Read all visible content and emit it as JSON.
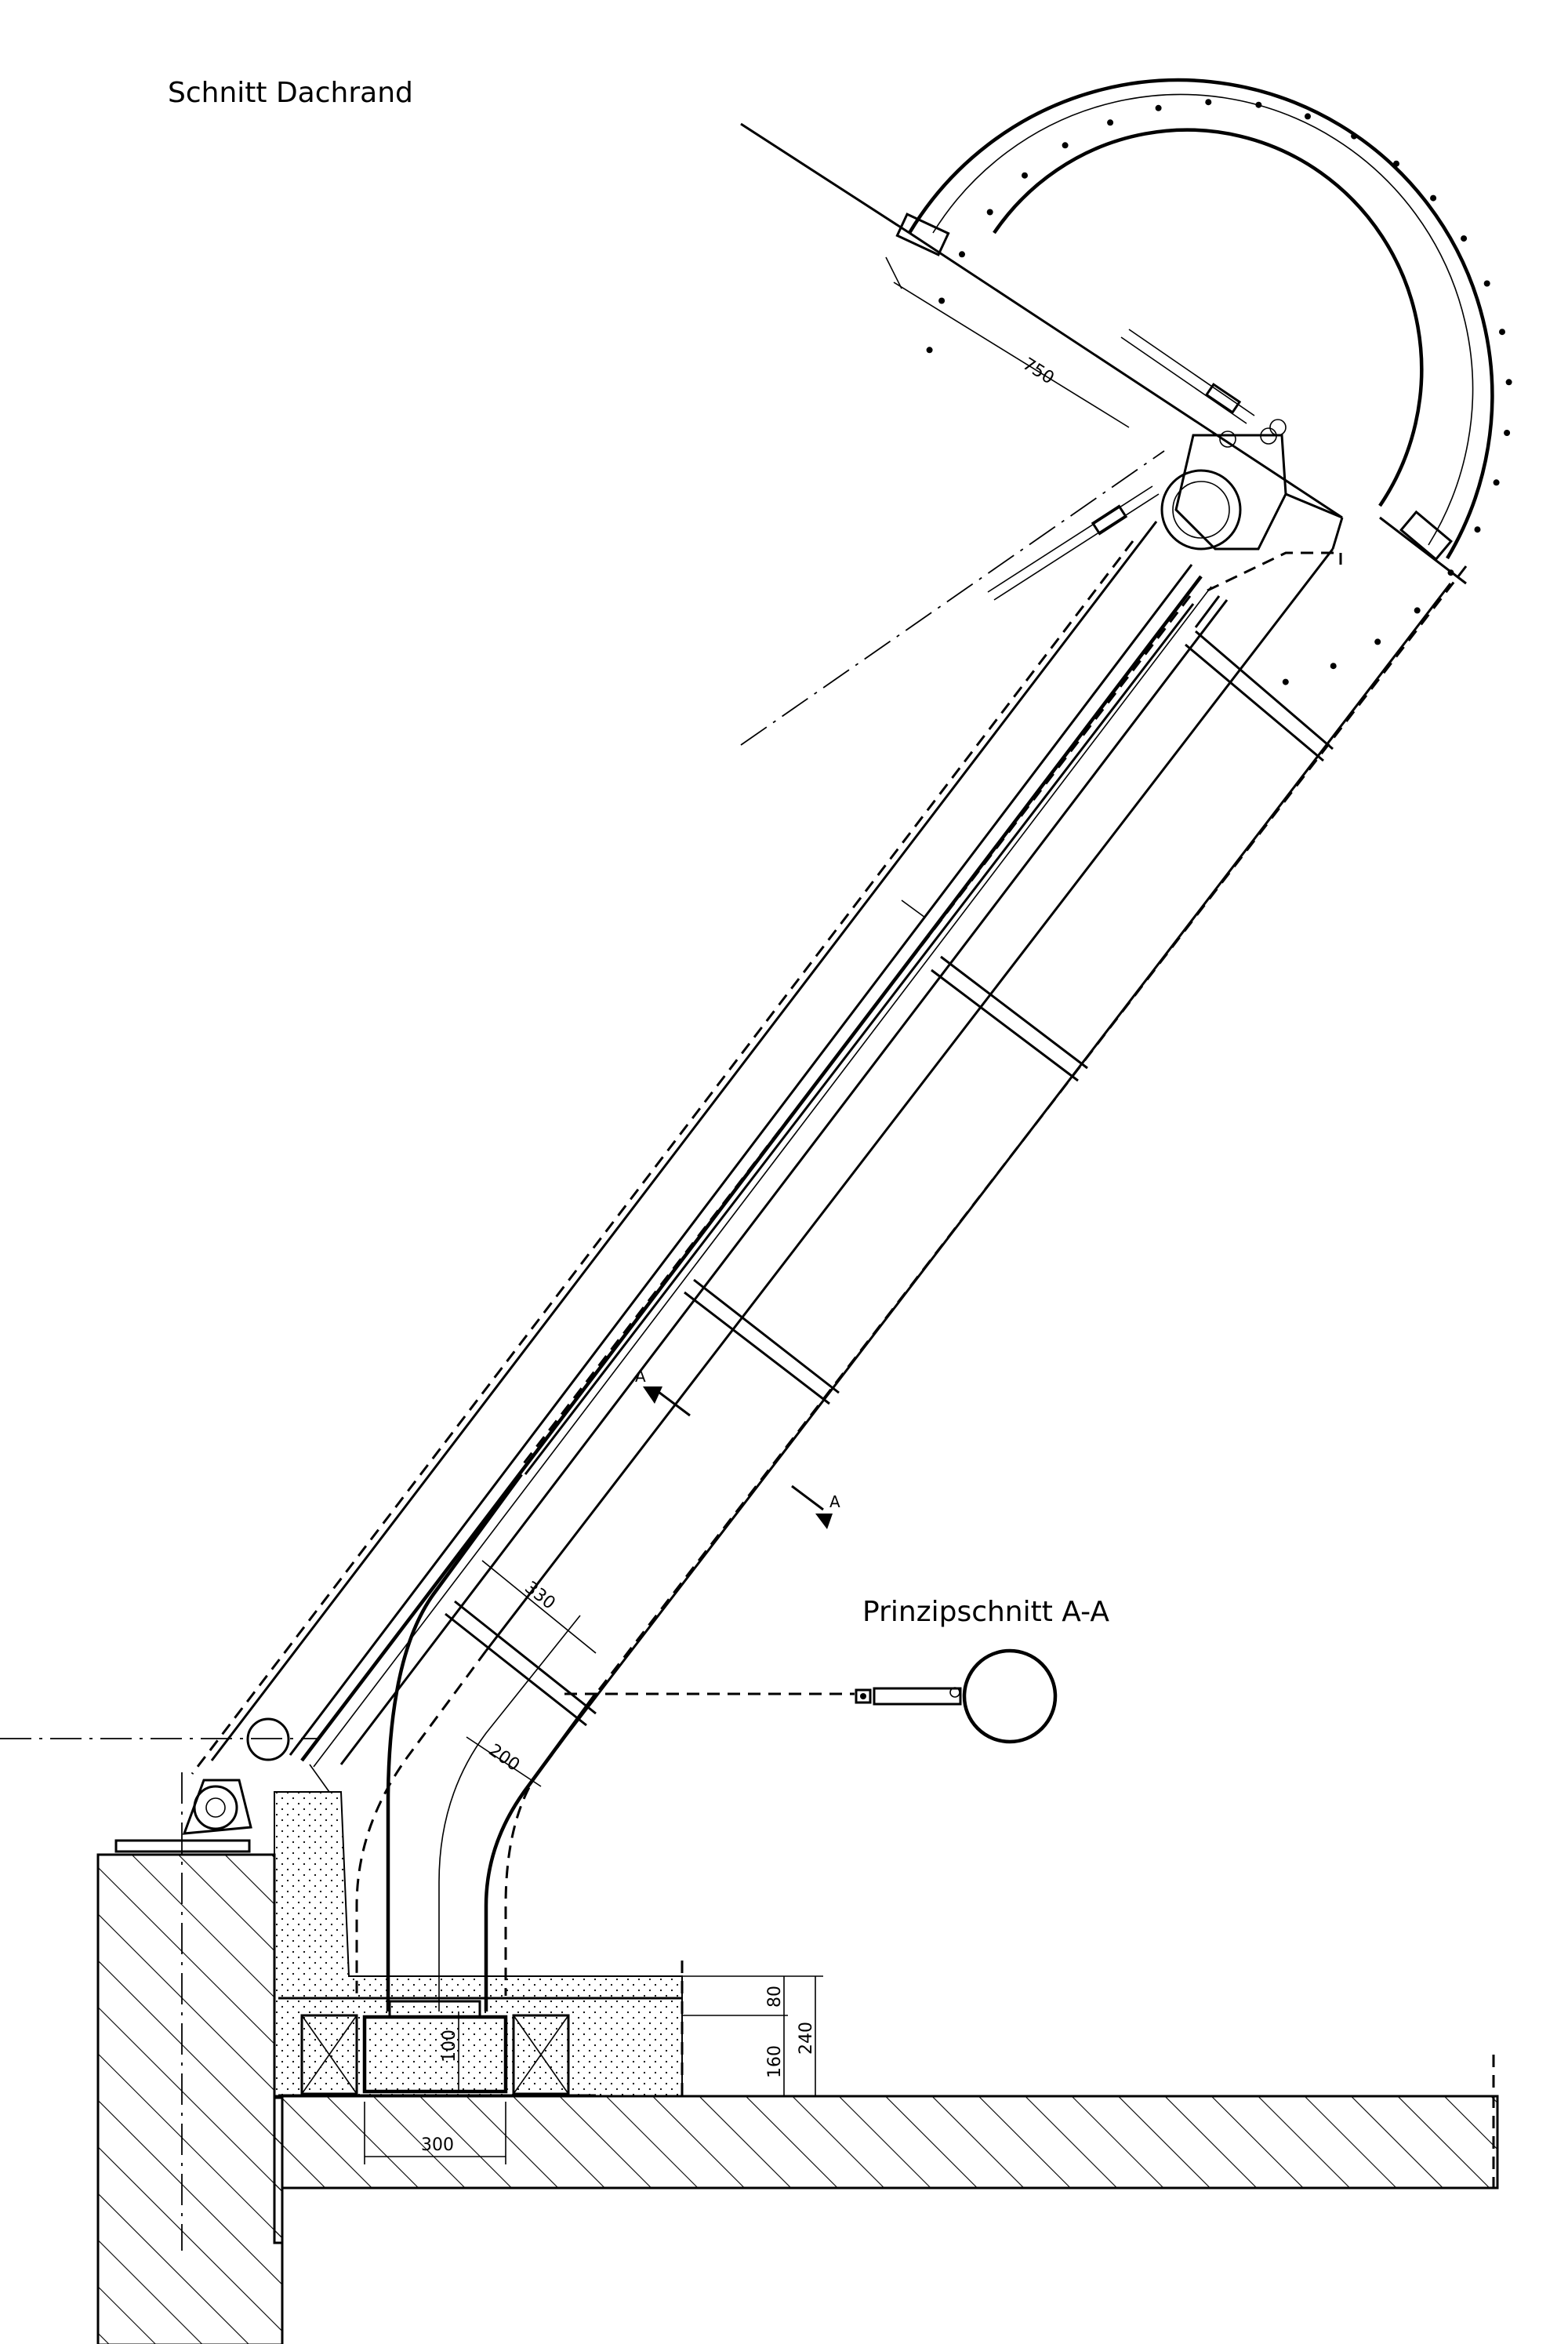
{
  "drawing": {
    "title": "Schnitt Dachrand",
    "detail_title": "Prinzipschnitt A-A",
    "section_marks": [
      "A",
      "A"
    ],
    "dimensions": {
      "arch_offset": "750",
      "beam_width": "330",
      "tube_offset": "200",
      "foot_width": "300",
      "plate_height": "100",
      "top_layer": "80",
      "lower_layer": "160",
      "total_height": "240"
    }
  }
}
